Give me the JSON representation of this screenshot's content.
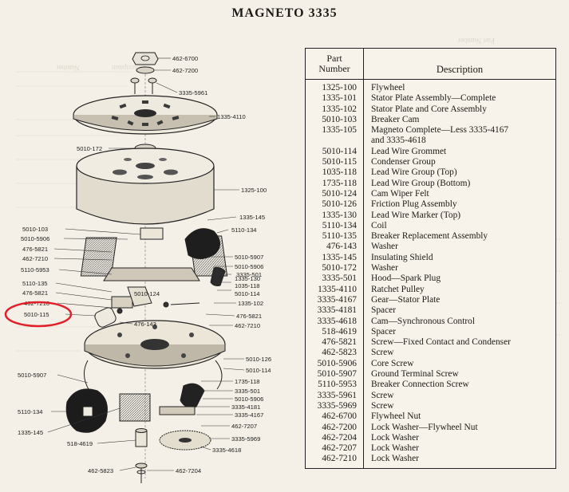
{
  "title": "MAGNETO 3335",
  "table": {
    "header_num_line1": "Part",
    "header_num_line2": "Number",
    "header_desc": "Description",
    "rows": [
      {
        "num": "1325-100",
        "desc": "Flywheel"
      },
      {
        "num": "1335-101",
        "desc": "Stator Plate Assembly—Complete"
      },
      {
        "num": "1335-102",
        "desc": "Stator Plate and Core Assembly"
      },
      {
        "num": "5010-103",
        "desc": "Breaker Cam"
      },
      {
        "num": "1335-105",
        "desc": "Magneto Complete—Less 3335-4167"
      },
      {
        "num": "",
        "desc": "and 3335-4618"
      },
      {
        "num": "5010-114",
        "desc": "Lead Wire Grommet"
      },
      {
        "num": "5010-115",
        "desc": "Condenser Group"
      },
      {
        "num": "1035-118",
        "desc": "Lead Wire Group (Top)"
      },
      {
        "num": "1735-118",
        "desc": "Lead Wire Group (Bottom)"
      },
      {
        "num": "5010-124",
        "desc": "Cam Wiper Felt"
      },
      {
        "num": "5010-126",
        "desc": "Friction Plug Assembly"
      },
      {
        "num": "1335-130",
        "desc": "Lead Wire Marker (Top)"
      },
      {
        "num": "5110-134",
        "desc": "Coil"
      },
      {
        "num": "5110-135",
        "desc": "Breaker Replacement Assembly"
      },
      {
        "num": "476-143",
        "desc": "Washer"
      },
      {
        "num": "1335-145",
        "desc": "Insulating Shield"
      },
      {
        "num": "5010-172",
        "desc": "Washer"
      },
      {
        "num": "3335-501",
        "desc": "Hood—Spark Plug"
      },
      {
        "num": "1335-4110",
        "desc": "Ratchet Pulley"
      },
      {
        "num": "3335-4167",
        "desc": "Gear—Stator Plate"
      },
      {
        "num": "3335-4181",
        "desc": "Spacer"
      },
      {
        "num": "3335-4618",
        "desc": "Cam—Synchronous Control"
      },
      {
        "num": "518-4619",
        "desc": "Spacer"
      },
      {
        "num": "476-5821",
        "desc": "Screw—Fixed Contact and Condenser"
      },
      {
        "num": "462-5823",
        "desc": "Screw"
      },
      {
        "num": "5010-5906",
        "desc": "Core Screw"
      },
      {
        "num": "5010-5907",
        "desc": "Ground Terminal Screw"
      },
      {
        "num": "5110-5953",
        "desc": "Breaker Connection Screw"
      },
      {
        "num": "3335-5961",
        "desc": "Screw"
      },
      {
        "num": "3335-5969",
        "desc": "Screw"
      },
      {
        "num": "462-6700",
        "desc": "Flywheel Nut"
      },
      {
        "num": "462-7200",
        "desc": "Lock Washer—Flywheel Nut"
      },
      {
        "num": "462-7204",
        "desc": "Lock Washer"
      },
      {
        "num": "462-7207",
        "desc": "Lock Washer"
      },
      {
        "num": "462-7210",
        "desc": "Lock Washer"
      }
    ]
  },
  "callouts": {
    "c6700": "462-6700",
    "c7200": "462-7200",
    "c5961": "3335-5961",
    "c4110": "1335-4110",
    "c172": "5010-172",
    "c100": "1325-100",
    "c145a": "1335-145",
    "c134a": "5110-134",
    "c103": "5010-103",
    "c5906a": "5010-5906",
    "c5821a": "476-5821",
    "c7210": "462-7210",
    "c5907a": "5010-5907",
    "c5906b": "5010-5906",
    "c501a": "3335-501",
    "c130": "1335-130",
    "c118": "1035-118",
    "c114a": "5010-114",
    "c5953": "5110-5953",
    "c135": "5110-135",
    "c5821b": "476-5821",
    "c7210b": "462-7210",
    "c124": "5010-124",
    "c102": "1335-102",
    "c115": "5010-115",
    "c143": "476-143",
    "c5821c": "476-5821",
    "c7210c": "462-7210",
    "c126": "5010-126",
    "c114b": "5010-114",
    "c5907b": "5010-5907",
    "c1735": "1735-118",
    "c501b": "3335-501",
    "c5906c": "5010-5906",
    "c4181": "3335-4181",
    "c134b": "5110-134",
    "c4167": "3335-4167",
    "c7207": "462-7207",
    "c145b": "1335-145",
    "c5969": "3335-5969",
    "c4619": "518-4619",
    "c4618": "3335-4618",
    "c5823": "462-5823",
    "c7204": "462-7204"
  },
  "highlight_color": "#e0202a"
}
